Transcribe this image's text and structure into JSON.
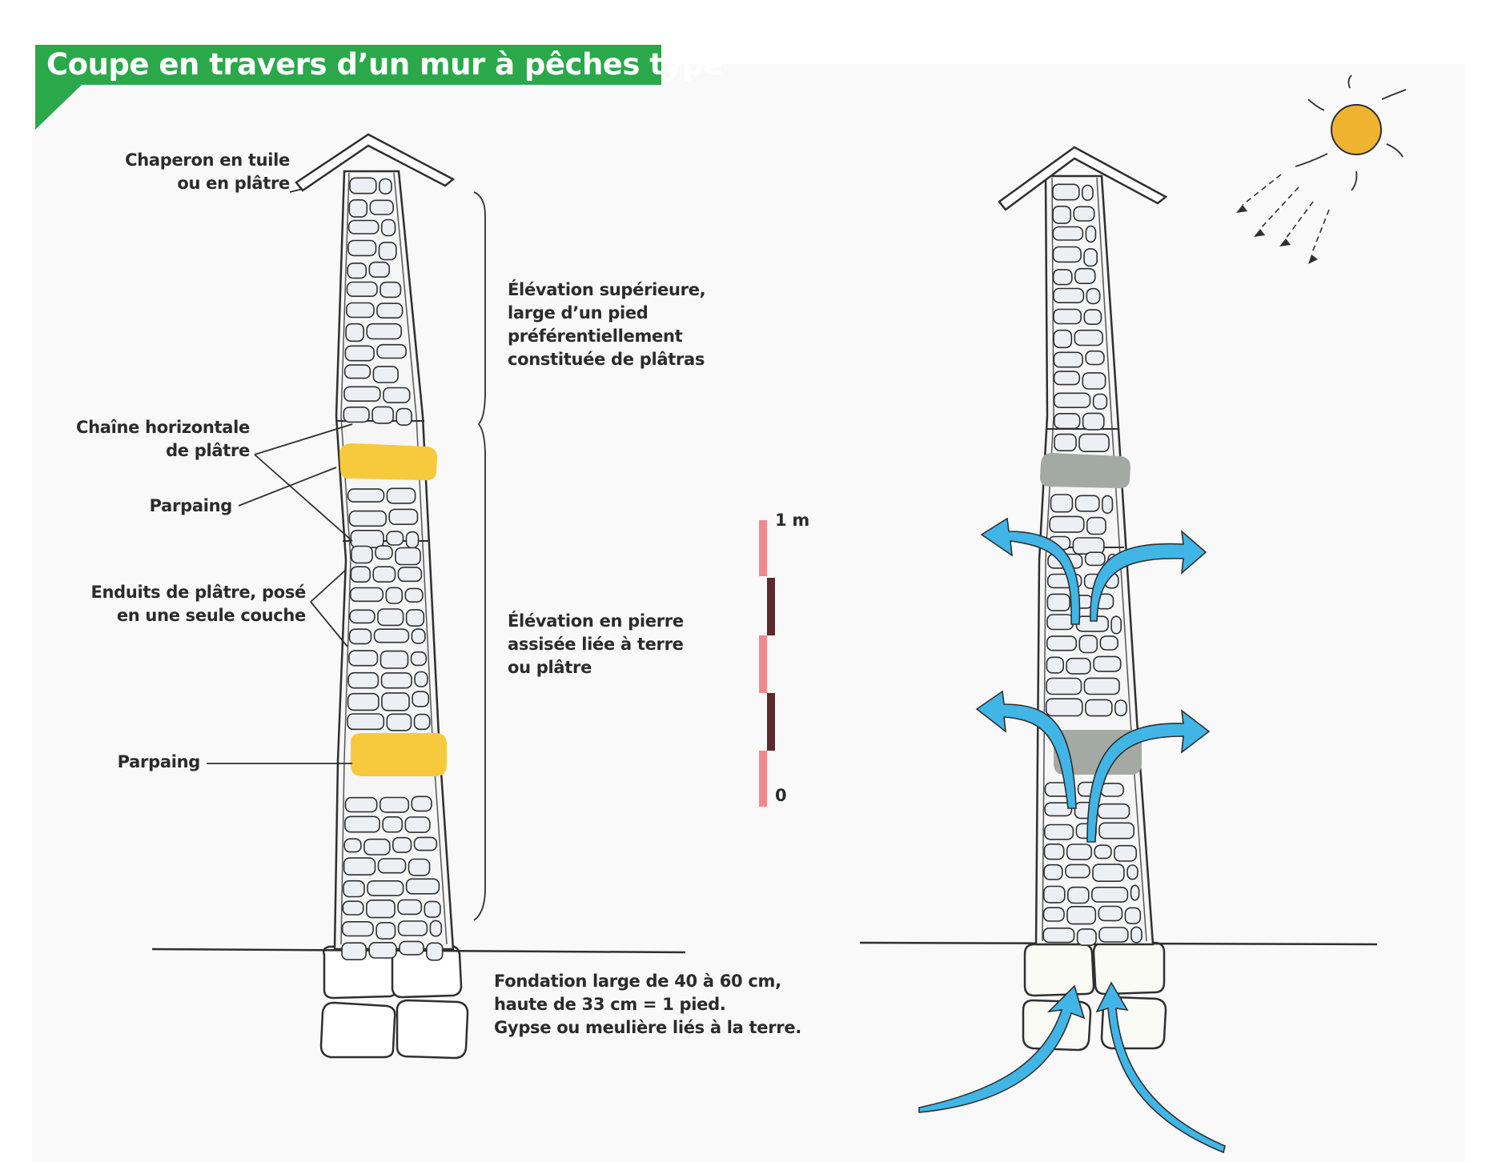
{
  "title": "Coupe en travers d’un mur à pêches type",
  "labels": {
    "chaperon": [
      "Chaperon en tuile",
      "ou en plâtre"
    ],
    "chaine": [
      "Chaîne horizontale",
      "de plâtre"
    ],
    "parpaing_top": "Parpaing",
    "enduits": [
      "Enduits de plâtre, posé",
      "en une seule couche"
    ],
    "parpaing_bottom": "Parpaing",
    "elevation_sup": [
      "Élévation supérieure,",
      "large d’un pied",
      "préférentiellement",
      "constituée de plâtras"
    ],
    "elevation_pierre": [
      "Élévation en pierre",
      "assisée liée à terre",
      "ou plâtre"
    ],
    "fondation": [
      "Fondation large de 40 à 60 cm,",
      "haute de 33 cm = 1 pied.",
      "Gypse ou meulière liés à la terre."
    ]
  },
  "scale": {
    "top_label": "1 m",
    "bottom_label": "0"
  },
  "colors": {
    "banner": "#2aa84a",
    "parpaing": "#f7c93c",
    "parpaing_grey": "#a3aaa4",
    "arrow": "#41b6e6",
    "sun": "#f0b330",
    "scale_light": "#f3888c",
    "scale_dark": "#5a2a2e",
    "stone_fill": "#eceff4",
    "stroke": "#2f2f2f"
  }
}
